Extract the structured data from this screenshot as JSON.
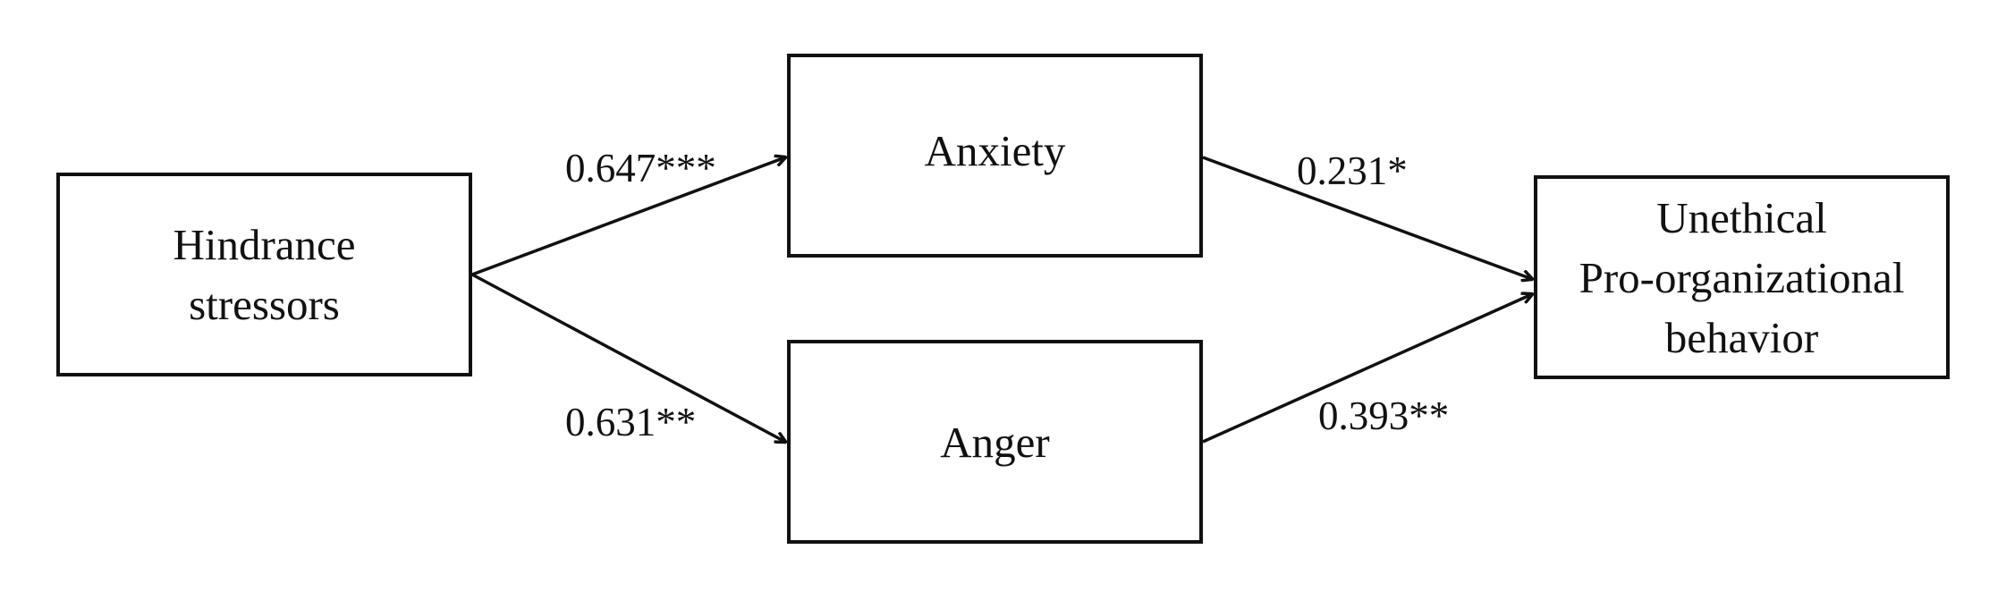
{
  "nodes": {
    "hindrance": "Hindrance\nstressors",
    "anxiety": "Anxiety",
    "anger": "Anger",
    "upb": "Unethical\nPro-organizational\nbehavior"
  },
  "edges": {
    "hindrance_to_anxiety": "0.647***",
    "hindrance_to_anger": "0.631**",
    "anxiety_to_upb": "0.231*",
    "anger_to_upb": "0.393**"
  }
}
